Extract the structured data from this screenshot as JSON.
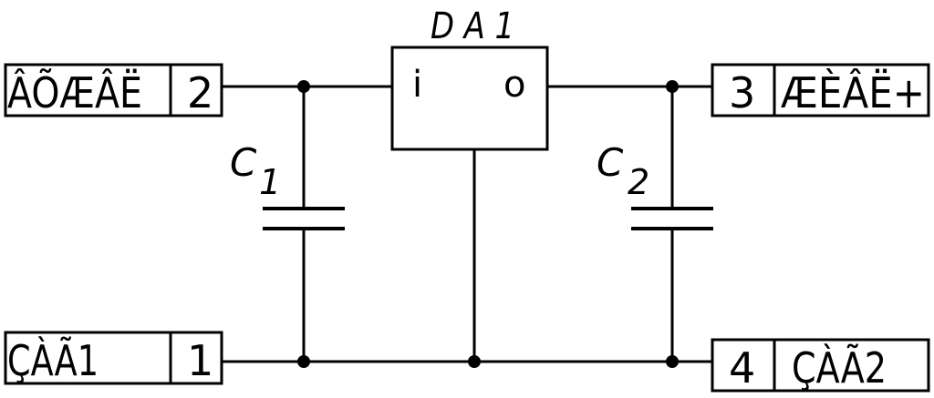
{
  "terminals": {
    "input": {
      "name": "ÂÕÆÂË",
      "pin": "2"
    },
    "common_left": {
      "name": "ÇÀÃ1",
      "pin": "1"
    },
    "output": {
      "name": "ÆÈÂË+",
      "pin": "3"
    },
    "common_right": {
      "name": "ÇÀÃ2",
      "pin": "4"
    }
  },
  "chip": {
    "ref": "D A 1",
    "in_pin": "i",
    "out_pin": "o"
  },
  "capacitors": [
    {
      "letter": "C",
      "index": "1"
    },
    {
      "letter": "C",
      "index": "2"
    }
  ]
}
